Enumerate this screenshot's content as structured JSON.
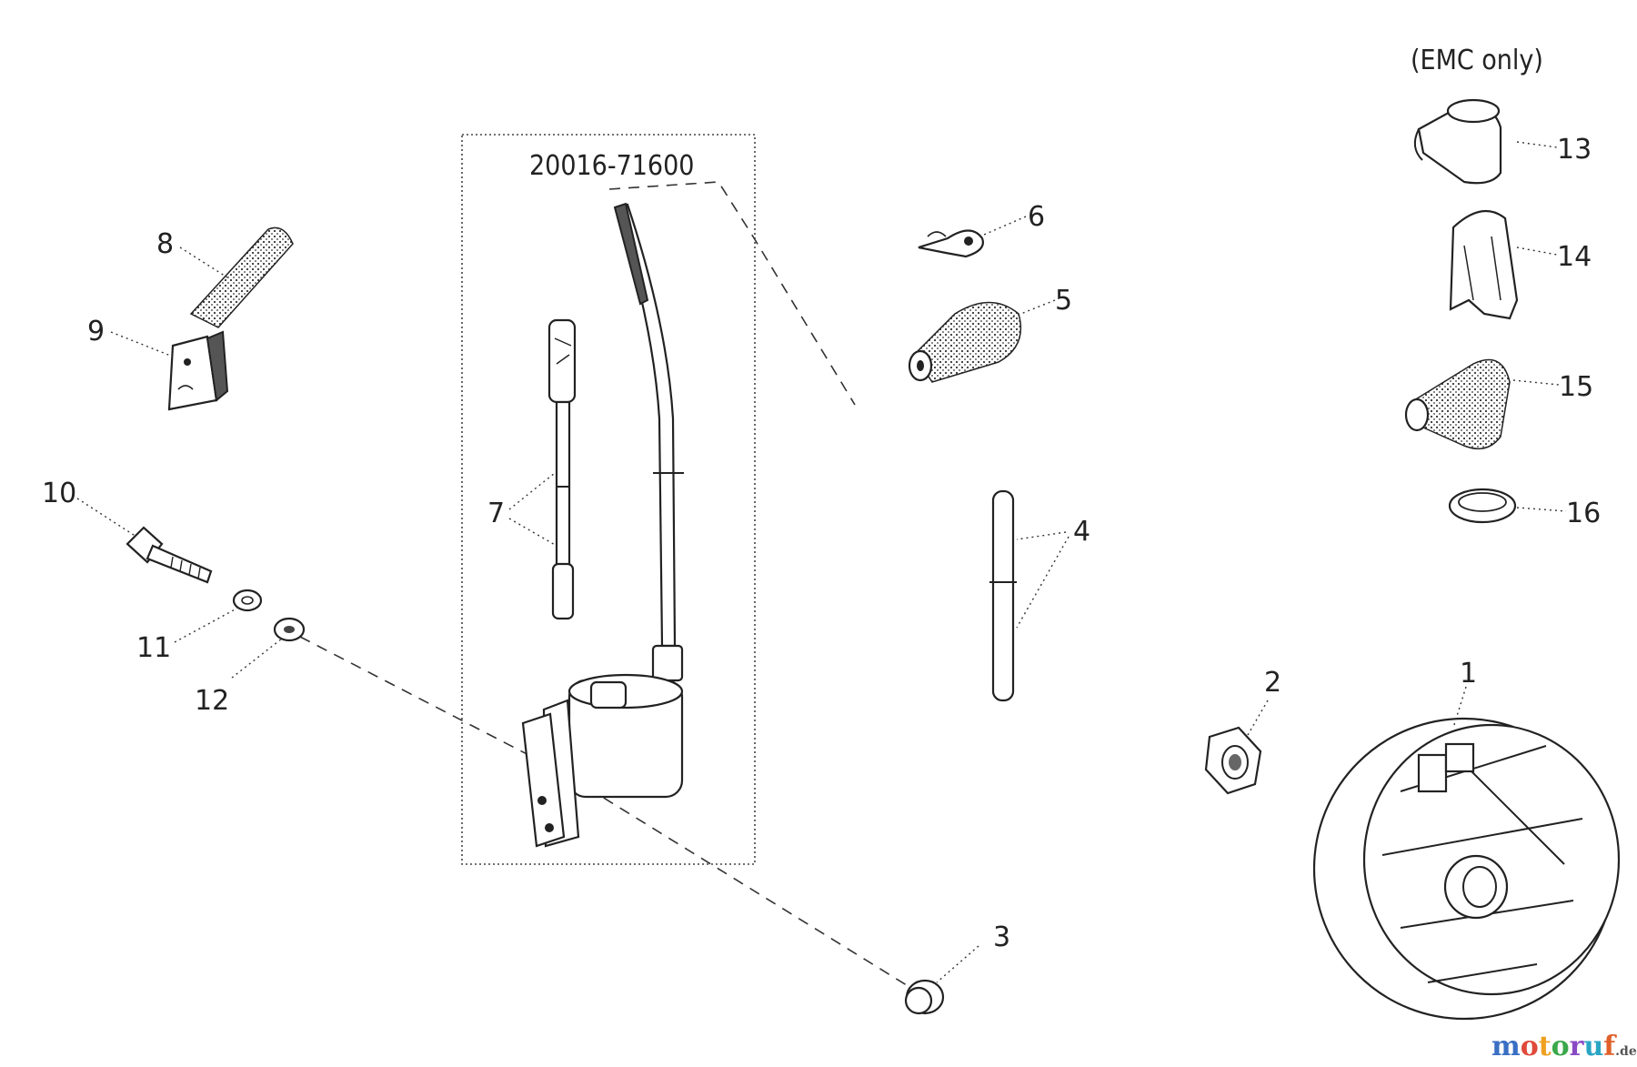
{
  "assembly_label": "20016-71600",
  "emc_note": "(EMC only)",
  "callouts": [
    {
      "id": "1",
      "label": "1"
    },
    {
      "id": "2",
      "label": "2"
    },
    {
      "id": "3",
      "label": "3"
    },
    {
      "id": "4",
      "label": "4"
    },
    {
      "id": "5",
      "label": "5"
    },
    {
      "id": "6",
      "label": "6"
    },
    {
      "id": "7",
      "label": "7"
    },
    {
      "id": "8",
      "label": "8"
    },
    {
      "id": "9",
      "label": "9"
    },
    {
      "id": "10",
      "label": "10"
    },
    {
      "id": "11",
      "label": "11"
    },
    {
      "id": "12",
      "label": "12"
    },
    {
      "id": "13",
      "label": "13"
    },
    {
      "id": "14",
      "label": "14"
    },
    {
      "id": "15",
      "label": "15"
    },
    {
      "id": "16",
      "label": "16"
    }
  ],
  "watermark": {
    "letters": [
      "m",
      "o",
      "t",
      "o",
      "r",
      "u",
      "f"
    ],
    "suffix": ".de",
    "colors": [
      "#3a6fc4",
      "#e04a3a",
      "#f0a020",
      "#3aa84a",
      "#8a4ac4",
      "#2aa6c4",
      "#e0602a"
    ]
  }
}
